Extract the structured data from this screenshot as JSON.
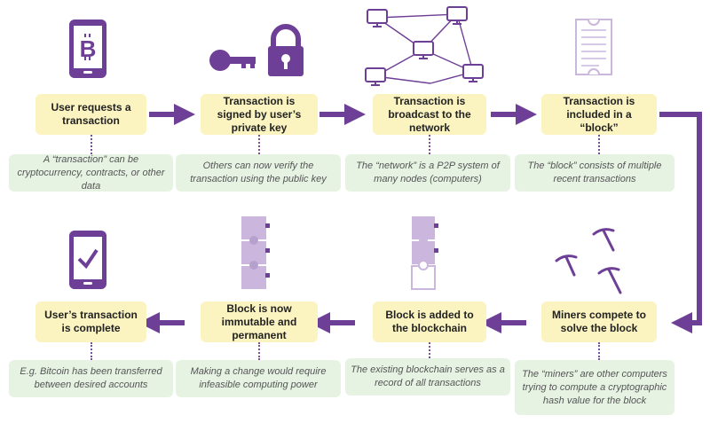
{
  "colors": {
    "accent": "#6e3f96",
    "step_bg": "#fbf3c0",
    "note_bg": "#e6f3e3",
    "faded": "#cbb7dd"
  },
  "steps": [
    {
      "label": "User requests a transaction",
      "note": "A “transaction” can be cryptocurrency, contracts, or other data",
      "icon": "bitcoin-phone-icon"
    },
    {
      "label": "Transaction is signed by user’s private key",
      "note": "Others can now verify the transaction using the public key",
      "icon": "key-and-lock-icon"
    },
    {
      "label": "Transaction is broadcast to the network",
      "note": "The “network” is a P2P system of many nodes (computers)",
      "icon": "network-icon"
    },
    {
      "label": "Transaction is included in a “block”",
      "note": "The “block” consists of multiple recent transactions",
      "icon": "block-document-icon"
    },
    {
      "label": "Miners compete to solve the block",
      "note": "The “miners” are other computers trying to compute a cryptographic hash value for the block",
      "icon": "pickaxes-icon"
    },
    {
      "label": "Block is added to the blockchain",
      "note": "The existing blockchain serves as a record of all transactions",
      "icon": "chain-added-icon"
    },
    {
      "label": "Block is now immutable and permanent",
      "note": "Making a change would require infeasible computing power",
      "icon": "chain-locked-icon"
    },
    {
      "label": "User’s transaction is complete",
      "note": "E.g. Bitcoin has been transferred between desired accounts",
      "icon": "checkmark-phone-icon"
    }
  ],
  "bitcoin_symbol": "B"
}
